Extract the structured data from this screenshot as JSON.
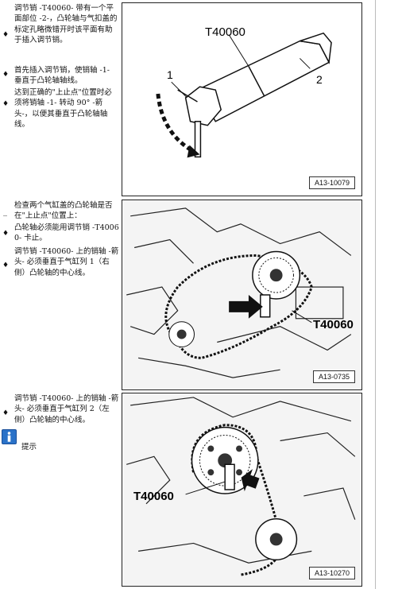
{
  "steps": [
    {
      "text": "调节销 -T40060- 带有一个平面部位 -2-，凸轮轴与气扣盖的标定孔略微错开时该平面有助于插入调节销。"
    },
    {
      "text": "首先插入调节销，使销轴 -1- 垂直于凸轮轴轴线。"
    },
    {
      "text": "达到正确的\"上止点\"位置时必须将销轴 -1- 转动 90° -箭头-，以便其垂直于凸轮轴轴线。"
    },
    {
      "text": "检查两个气缸盖的凸轮轴是否在\"上止点\"位置上："
    },
    {
      "text": "凸轮轴必须能用调节销 -T40060- 卡止。"
    },
    {
      "text": "调节销 -T40060- 上的销轴 -箭头- 必须垂直于气缸列 1（右侧）凸轮轴的中心线。"
    },
    {
      "text": "调节销 -T40060- 上的销轴 -箭头- 必须垂直于气缸列 2（左侧）凸轮轴的中心线。"
    }
  ],
  "note": {
    "label": "提示"
  },
  "figures": [
    {
      "id": "A13-10079",
      "tool": "T40060",
      "callout_1": "1",
      "callout_2": "2"
    },
    {
      "id": "A13-0735",
      "tool": "T40060"
    },
    {
      "id": "A13-10270",
      "tool": "T40060"
    }
  ]
}
